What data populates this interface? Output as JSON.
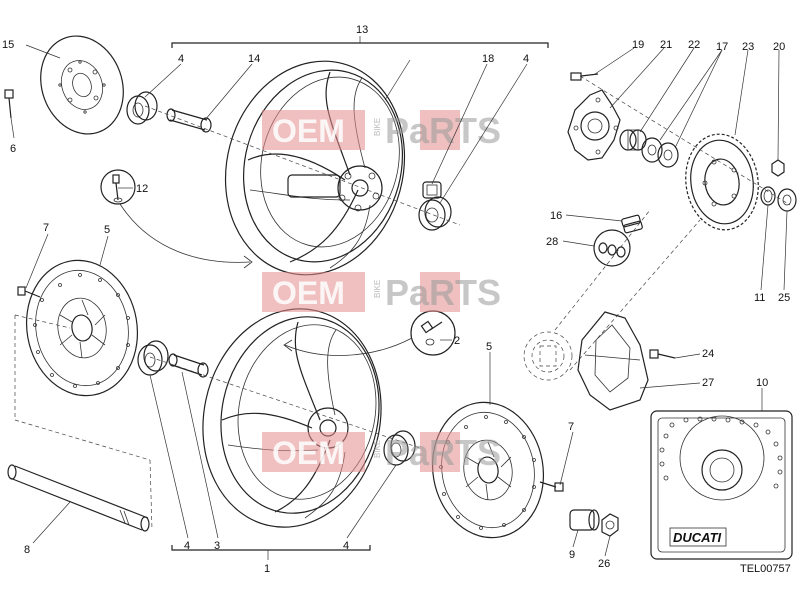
{
  "diagram_code": "TEL00757",
  "brand_label": "DUCATI",
  "watermark": {
    "part1": "OEM",
    "part2": "BIKE",
    "part3": "PaRTS"
  },
  "callouts": {
    "c1": "1",
    "c2": "2",
    "c3": "3",
    "c4a": "4",
    "c4b": "4",
    "c4c": "4",
    "c4d": "4",
    "c5a": "5",
    "c5b": "5",
    "c6": "6",
    "c7a": "7",
    "c7b": "7",
    "c8": "8",
    "c9": "9",
    "c10": "10",
    "c11": "11",
    "c12": "12",
    "c13": "13",
    "c14": "14",
    "c15": "15",
    "c16": "16",
    "c17": "17",
    "c18": "18",
    "c19": "19",
    "c20": "20",
    "c21": "21",
    "c22": "22",
    "c23": "23",
    "c24": "24",
    "c25": "25",
    "c26": "26",
    "c27": "27",
    "c28": "28"
  }
}
